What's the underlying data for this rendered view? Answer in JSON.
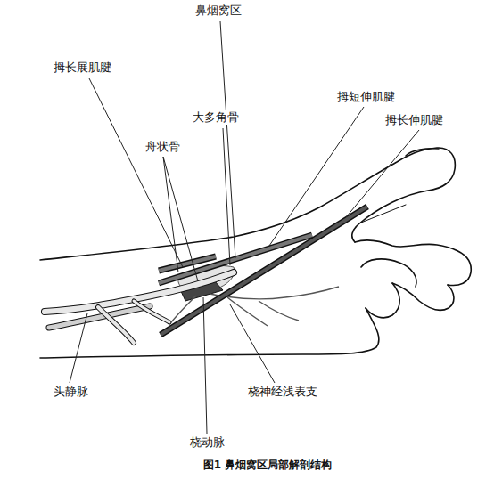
{
  "diagram": {
    "caption": "图1 鼻烟窝区局部解剖结构",
    "labels": [
      "鼻烟窝区",
      "拇长展肌腱",
      "拇短伸肌腱",
      "大多角骨",
      "舟状骨",
      "拇长伸肌腱",
      "头静脉",
      "桡神经浅表支",
      "桡动脉"
    ]
  }
}
